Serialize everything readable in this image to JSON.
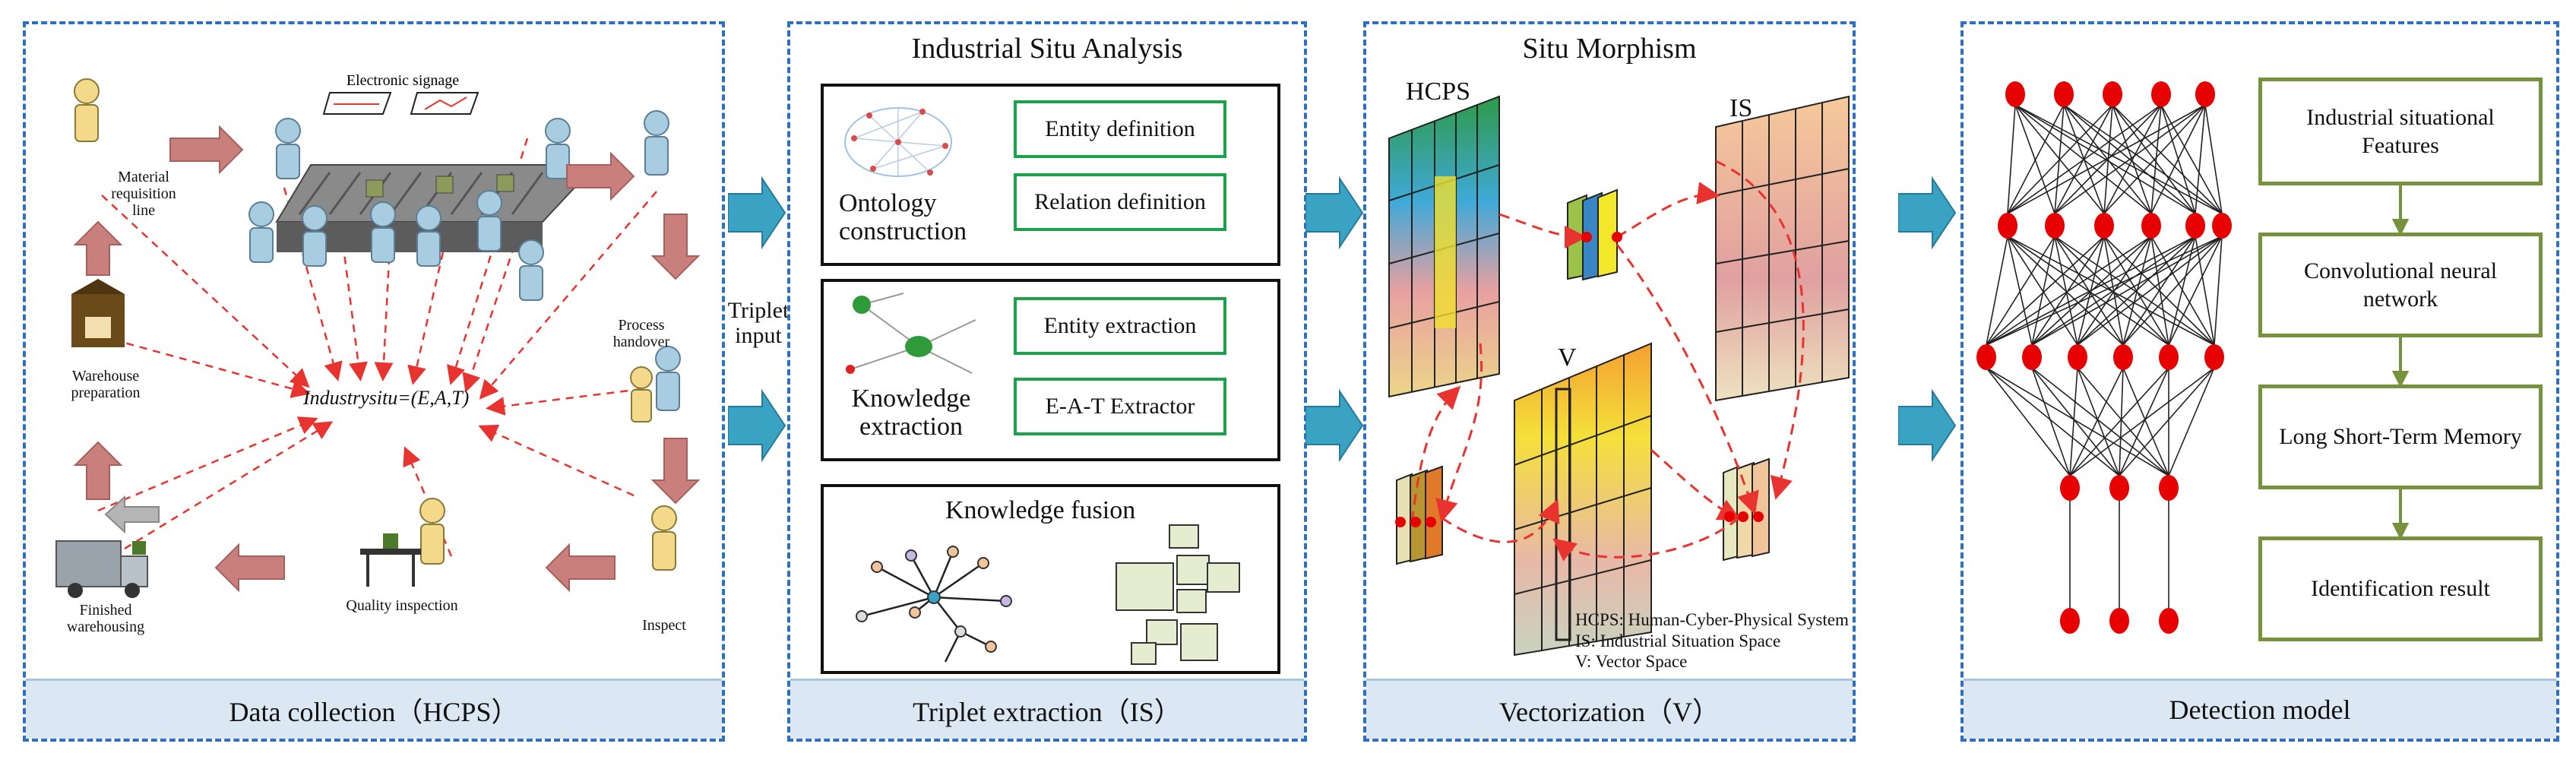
{
  "panels": {
    "data_collection": {
      "footer": "Data collection（HCPS）",
      "electronic_signage": "Electronic signage",
      "material_requisition": "Material requisition line",
      "warehouse_preparation": "Warehouse preparation",
      "finished_warehousing": "Finished warehousing",
      "quality_inspection": "Quality inspection",
      "inspect": "Inspect",
      "process_handover": "Process handover",
      "formula": "Industrysitu=(E,A,T)"
    },
    "triplet_extraction": {
      "title": "Industrial Situ Analysis",
      "footer": "Triplet extraction（IS）",
      "ontology_label": "Ontology construction",
      "entity_definition": "Entity definition",
      "relation_definition": "Relation definition",
      "knowledge_extraction_label": "Knowledge extraction",
      "entity_extraction": "Entity extraction",
      "eat_extractor": "E-A-T Extractor",
      "knowledge_fusion": "Knowledge fusion"
    },
    "vectorization": {
      "title": "Situ Morphism",
      "footer": "Vectorization（V）",
      "hcps_label": "HCPS",
      "is_label": "IS",
      "v_label": "V",
      "legend": [
        "HCPS: Human-Cyber-Physical System",
        "IS: Industrial Situation Space",
        "V: Vector Space"
      ]
    },
    "detection_model": {
      "footer": "Detection model",
      "steps": [
        "Industrial situational Features",
        "Convolutional neural network",
        "Long Short-Term Memory",
        "Identification result"
      ]
    }
  },
  "triplet_input": "Triplet input",
  "colors": {
    "panel_border": "#2f6fbf",
    "footer_bg": "#dbe8f3",
    "teal_arrow": "#3aa3c4",
    "pink_arrow": "#c9807c",
    "green_box": "#1aa34a",
    "olive_box": "#76923c",
    "node_red": "#e60000",
    "dashed_red": "#e8332f"
  }
}
